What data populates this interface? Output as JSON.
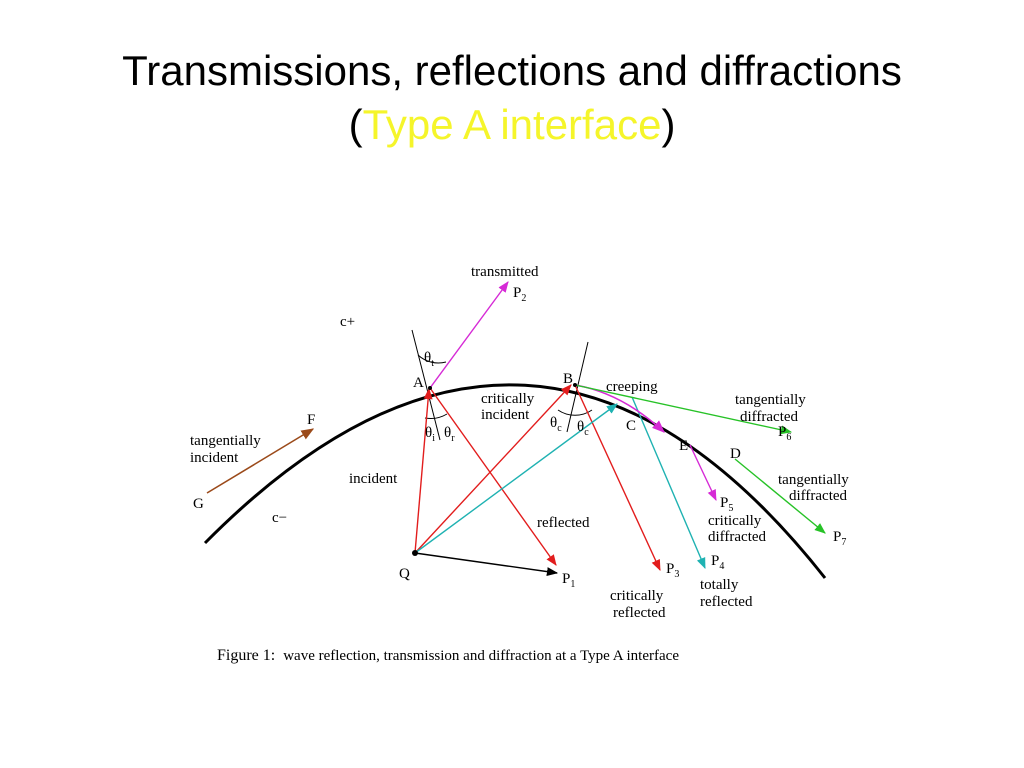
{
  "title": {
    "line1": "Transmissions, reflections and diffractions",
    "open_paren": "(",
    "accent": "Type A interface",
    "close_paren": ")"
  },
  "colors": {
    "accent": "#f5f52a",
    "red": "#e21d1d",
    "magenta": "#d62ad6",
    "green": "#27c227",
    "teal": "#1fb2b2",
    "brown": "#9b4a1a",
    "black": "#000000"
  },
  "figure": {
    "medium_plus": "c+",
    "medium_minus": "c−",
    "labels": {
      "transmitted": "transmitted",
      "creeping": "creeping",
      "tangentially_incident": [
        "tangentially",
        "incident"
      ],
      "critically_incident": [
        "critically",
        "incident"
      ],
      "incident": "incident",
      "reflected": "reflected",
      "tangentially_diffracted_top": [
        "tangentially",
        "diffracted"
      ],
      "tangentially_diffracted_right": [
        "tangentially",
        "diffracted"
      ],
      "critically_diffracted": [
        "critically",
        "diffracted"
      ],
      "critically_reflected": [
        "critically",
        "reflected"
      ],
      "totally_reflected": [
        "totally",
        "reflected"
      ]
    },
    "points": {
      "A": "A",
      "B": "B",
      "C": "C",
      "D": "D",
      "E": "E",
      "F": "F",
      "G": "G",
      "Q": "Q",
      "P1": {
        "letter": "P",
        "sub": "1"
      },
      "P2": {
        "letter": "P",
        "sub": "2"
      },
      "P3": {
        "letter": "P",
        "sub": "3"
      },
      "P4": {
        "letter": "P",
        "sub": "4"
      },
      "P5": {
        "letter": "P",
        "sub": "5"
      },
      "P6": {
        "letter": "P",
        "sub": "6"
      },
      "P7": {
        "letter": "P",
        "sub": "7"
      }
    },
    "angles": {
      "t": {
        "symbol": "θ",
        "sub": "t"
      },
      "i": {
        "symbol": "θ",
        "sub": "i"
      },
      "r": {
        "symbol": "θ",
        "sub": "r"
      },
      "c1": {
        "symbol": "θ",
        "sub": "c"
      },
      "c2": {
        "symbol": "θ",
        "sub": "c"
      }
    },
    "caption": {
      "prefix": "Figure 1:",
      "text": "wave reflection, transmission and diffraction at a Type A interface"
    }
  }
}
